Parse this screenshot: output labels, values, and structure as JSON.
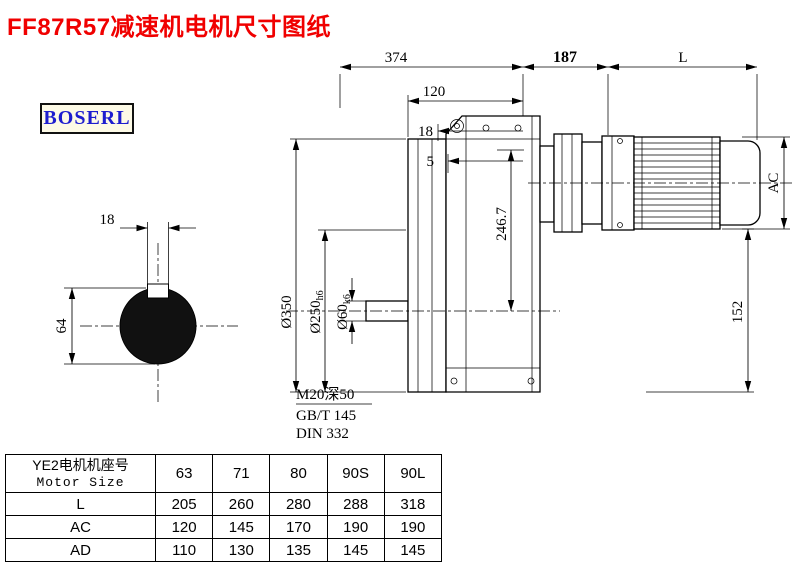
{
  "page": {
    "title": "FF87R57减速机电机尺寸图纸",
    "brand": "BOSERL"
  },
  "drawing": {
    "dim_374": "374",
    "dim_187": "187",
    "dim_L": "L",
    "dim_120": "120",
    "dim_18_top": "18",
    "dim_5": "5",
    "dim_AC": "AC",
    "dim_246_7": "246.7",
    "dim_152": "152",
    "dim_d350": "Ø350",
    "dim_d250": "Ø250",
    "dim_d250_sub": "h6",
    "dim_d60": "Ø60",
    "dim_d60_sub": "k6",
    "key_width": "18",
    "shaft_diameter": "64",
    "note_thread": "M20深50",
    "note_gb": "GB/T 145",
    "note_din": "DIN 332"
  },
  "table": {
    "header_cn": "YE2电机机座号",
    "header_en": "Motor Size",
    "motor_sizes": [
      "63",
      "71",
      "80",
      "90S",
      "90L"
    ],
    "rows": [
      {
        "label": "L",
        "values": [
          "205",
          "260",
          "280",
          "288",
          "318"
        ]
      },
      {
        "label": "AC",
        "values": [
          "120",
          "145",
          "170",
          "190",
          "190"
        ]
      },
      {
        "label": "AD",
        "values": [
          "110",
          "130",
          "135",
          "145",
          "145"
        ]
      }
    ]
  }
}
